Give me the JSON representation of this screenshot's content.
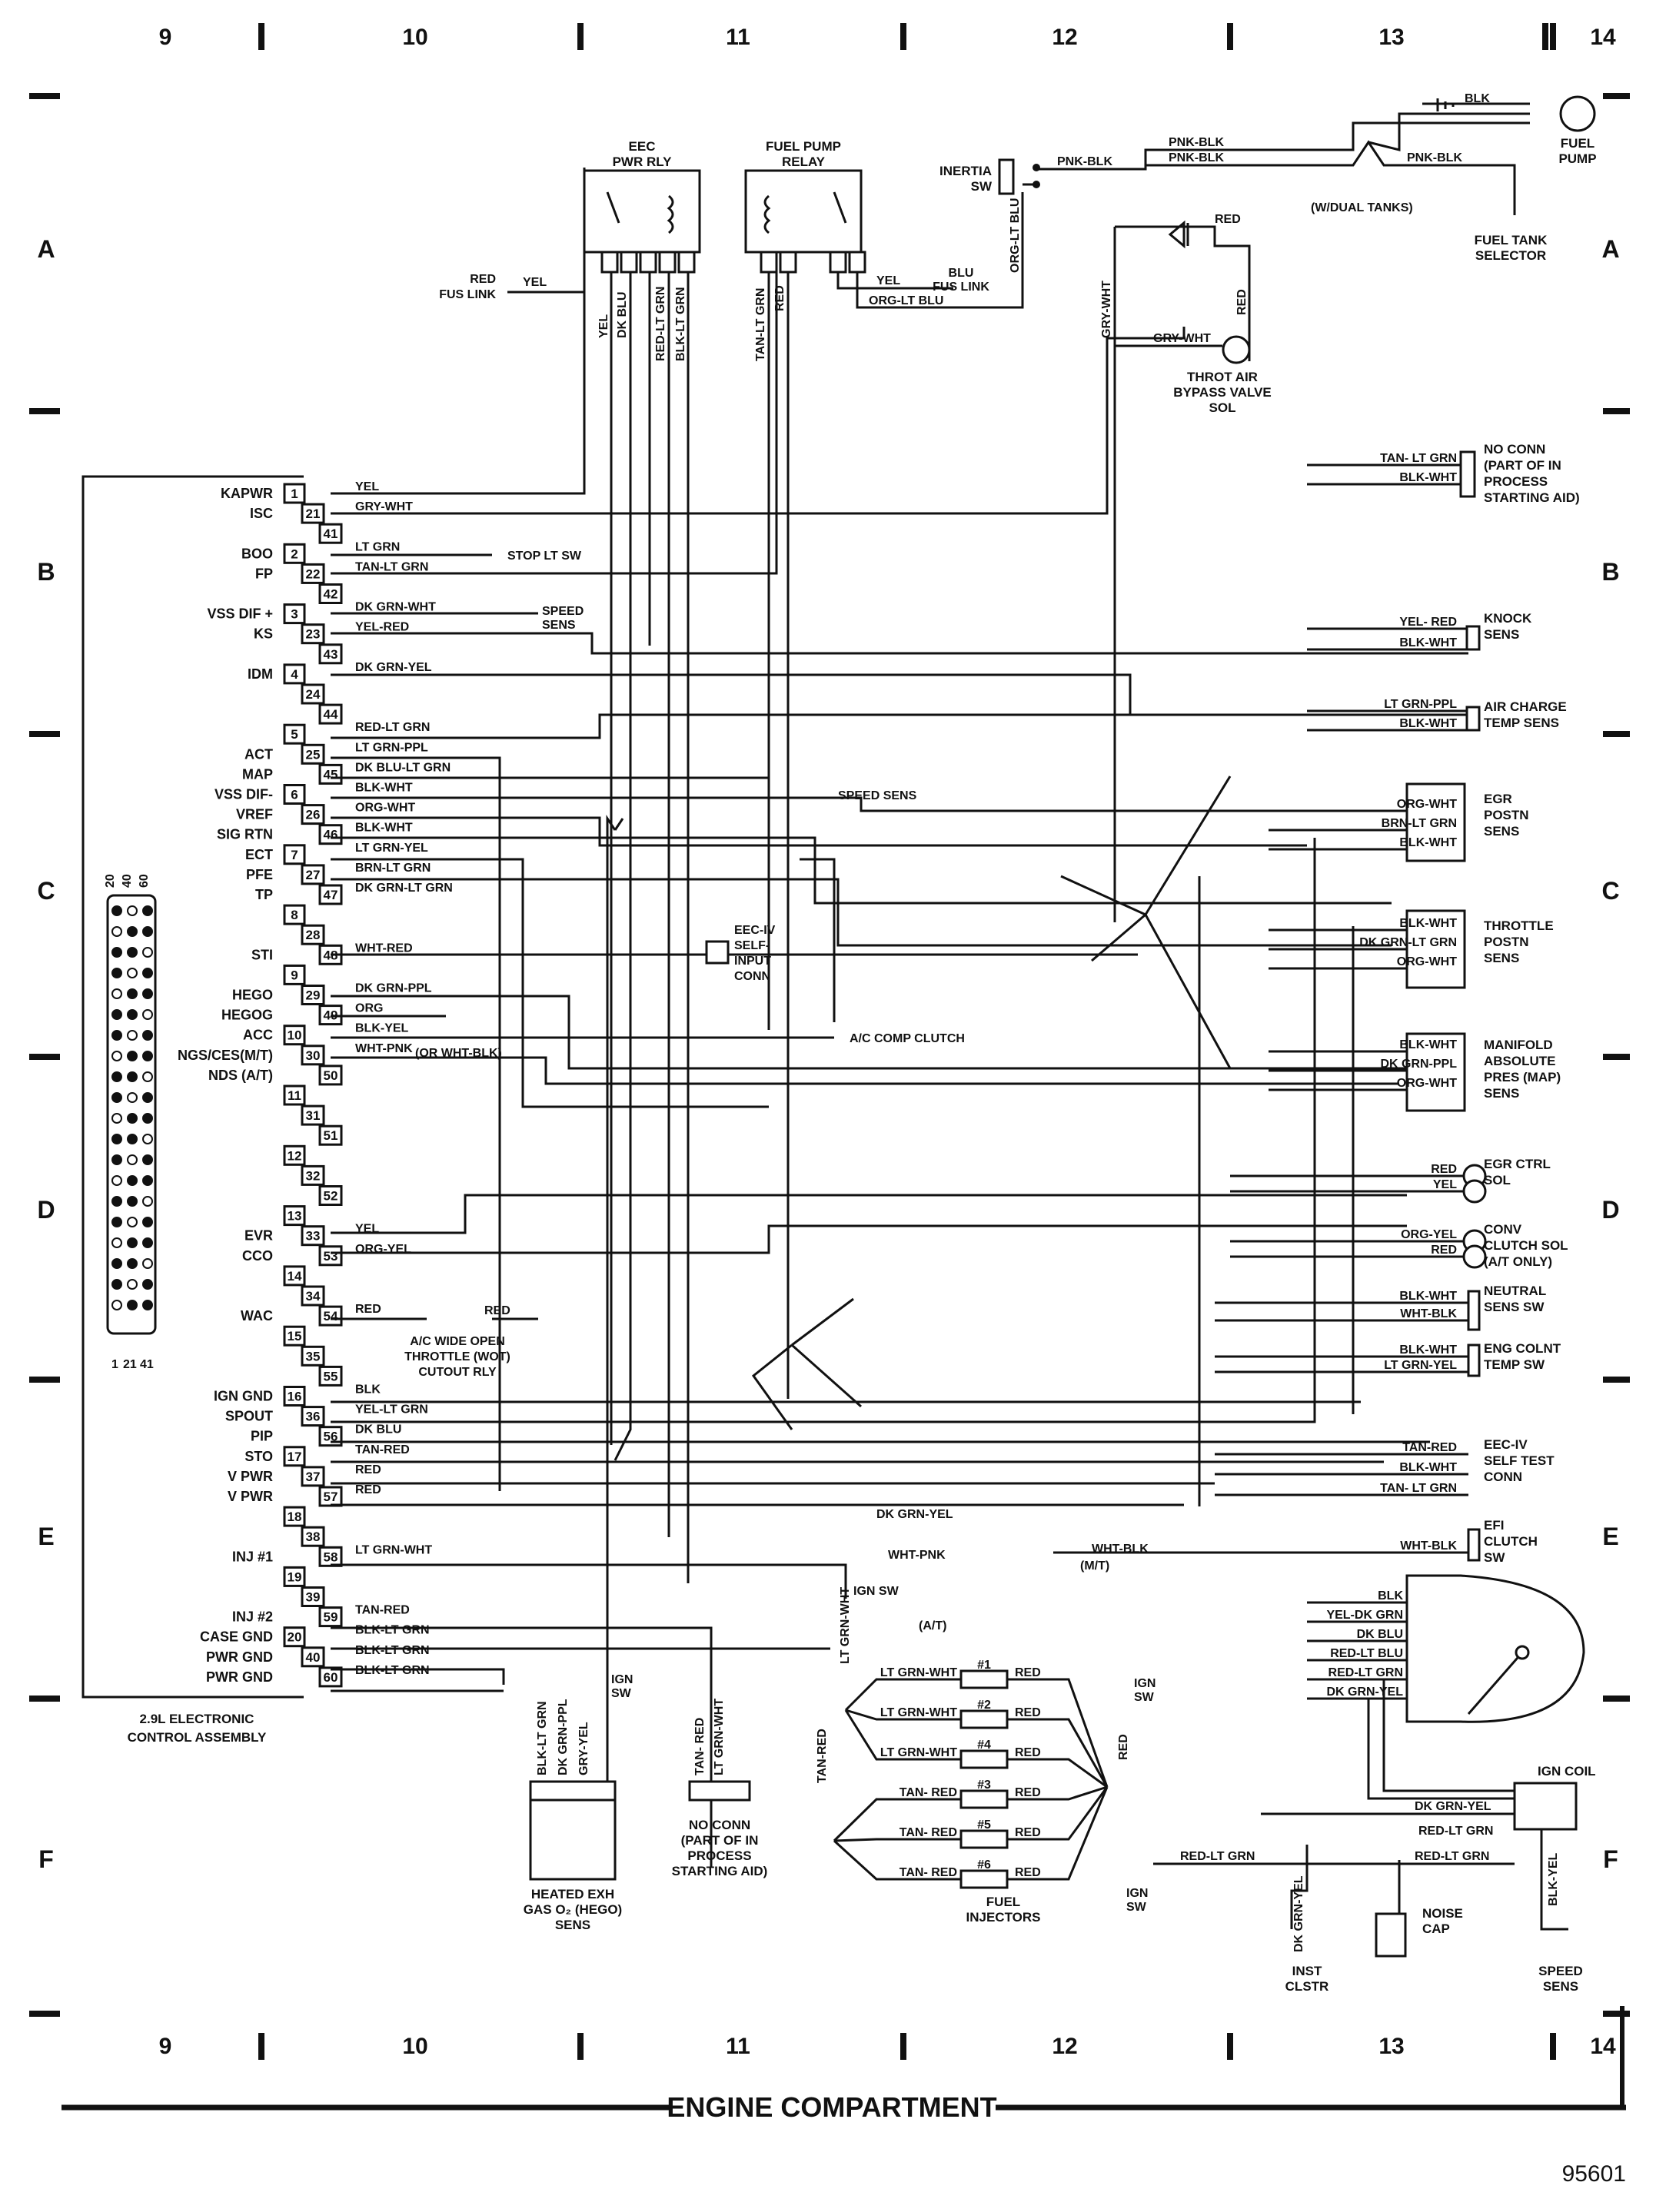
{
  "grid_columns": [
    "9",
    "10",
    "11",
    "12",
    "13",
    "14"
  ],
  "grid_rows": [
    "A",
    "B",
    "C",
    "D",
    "E",
    "F"
  ],
  "footer_title": "ENGINE COMPARTMENT",
  "figure_number": "95601",
  "ecu": {
    "title_line1": "2.9L ELECTRONIC",
    "title_line2": "CONTROL ASSEMBLY",
    "connector_top_labels": [
      "20",
      "40",
      "60"
    ],
    "connector_bottom_labels": [
      "1",
      "21",
      "41"
    ],
    "pins": [
      "1",
      "21",
      "41",
      "2",
      "22",
      "42",
      "3",
      "23",
      "43",
      "4",
      "24",
      "44",
      "5",
      "25",
      "45",
      "6",
      "26",
      "46",
      "7",
      "27",
      "47",
      "8",
      "28",
      "48",
      "9",
      "29",
      "49",
      "10",
      "30",
      "50",
      "11",
      "31",
      "51",
      "12",
      "32",
      "52",
      "13",
      "33",
      "53",
      "14",
      "34",
      "54",
      "15",
      "35",
      "55",
      "16",
      "36",
      "56",
      "17",
      "37",
      "57",
      "18",
      "38",
      "58",
      "19",
      "39",
      "59",
      "20",
      "40",
      "60"
    ],
    "signals": [
      {
        "label": "KAPWR",
        "pin": "1"
      },
      {
        "label": "ISC",
        "pin": "21"
      },
      {
        "label": "BOO",
        "pin": "2"
      },
      {
        "label": "FP",
        "pin": "22"
      },
      {
        "label": "VSS DIF +",
        "pin": "3"
      },
      {
        "label": "KS",
        "pin": "23"
      },
      {
        "label": "IDM",
        "pin": "4"
      },
      {
        "label": "ACT",
        "pin": "25"
      },
      {
        "label": "MAP",
        "pin": "45"
      },
      {
        "label": "VSS DIF-",
        "pin": "6"
      },
      {
        "label": "VREF",
        "pin": "26"
      },
      {
        "label": "SIG RTN",
        "pin": "46"
      },
      {
        "label": "ECT",
        "pin": "7"
      },
      {
        "label": "PFE",
        "pin": "27"
      },
      {
        "label": "TP",
        "pin": "47"
      },
      {
        "label": "STI",
        "pin": "48"
      },
      {
        "label": "HEGO",
        "pin": "29"
      },
      {
        "label": "HEGOG",
        "pin": "49"
      },
      {
        "label": "ACC",
        "pin": "10"
      },
      {
        "label": "NGS/CES(M/T)",
        "pin": "30"
      },
      {
        "label": "NDS (A/T)",
        "pin": "50"
      },
      {
        "label": "EVR",
        "pin": "33"
      },
      {
        "label": "CCO",
        "pin": "53"
      },
      {
        "label": "WAC",
        "pin": "54"
      },
      {
        "label": "IGN GND",
        "pin": "16"
      },
      {
        "label": "SPOUT",
        "pin": "36"
      },
      {
        "label": "PIP",
        "pin": "56"
      },
      {
        "label": "STO",
        "pin": "17"
      },
      {
        "label": "V PWR",
        "pin": "37"
      },
      {
        "label": "V PWR",
        "pin": "57"
      },
      {
        "label": "INJ #1",
        "pin": "58"
      },
      {
        "label": "INJ #2",
        "pin": "59"
      },
      {
        "label": "CASE GND",
        "pin": "20"
      },
      {
        "label": "PWR GND",
        "pin": "40"
      },
      {
        "label": "PWR GND",
        "pin": "60"
      }
    ]
  },
  "wire_labels": [
    {
      "pin": "1",
      "text": "YEL"
    },
    {
      "pin": "21",
      "text": "GRY-WHT"
    },
    {
      "pin": "2",
      "text": "LT GRN"
    },
    {
      "pin": "22",
      "text": "TAN-LT GRN"
    },
    {
      "pin": "3",
      "text": "DK GRN-WHT"
    },
    {
      "pin": "23",
      "text": "YEL-RED"
    },
    {
      "pin": "4",
      "text": "DK GRN-YEL"
    },
    {
      "pin": "5",
      "text": "RED-LT GRN"
    },
    {
      "pin": "25",
      "text": "LT GRN-PPL"
    },
    {
      "pin": "45",
      "text": "DK BLU-LT GRN"
    },
    {
      "pin": "6",
      "text": "BLK-WHT"
    },
    {
      "pin": "26",
      "text": "ORG-WHT"
    },
    {
      "pin": "46",
      "text": "BLK-WHT"
    },
    {
      "pin": "7",
      "text": "LT GRN-YEL"
    },
    {
      "pin": "27",
      "text": "BRN-LT GRN"
    },
    {
      "pin": "47",
      "text": "DK GRN-LT GRN"
    },
    {
      "pin": "48",
      "text": "WHT-RED"
    },
    {
      "pin": "29",
      "text": "DK GRN-PPL"
    },
    {
      "pin": "49",
      "text": "ORG"
    },
    {
      "pin": "10",
      "text": "BLK-YEL"
    },
    {
      "pin": "30",
      "text": "WHT-PNK"
    },
    {
      "pin": "33",
      "text": "YEL"
    },
    {
      "pin": "53",
      "text": "ORG-YEL"
    },
    {
      "pin": "54",
      "text": "RED"
    },
    {
      "pin": "16",
      "text": "BLK"
    },
    {
      "pin": "36",
      "text": "YEL-LT GRN"
    },
    {
      "pin": "56",
      "text": "DK BLU"
    },
    {
      "pin": "17",
      "text": "TAN-RED"
    },
    {
      "pin": "37",
      "text": "RED"
    },
    {
      "pin": "57",
      "text": "RED"
    },
    {
      "pin": "58",
      "text": "LT GRN-WHT"
    },
    {
      "pin": "59",
      "text": "TAN-RED"
    },
    {
      "pin": "20",
      "text": "BLK-LT GRN"
    },
    {
      "pin": "40",
      "text": "BLK-LT GRN"
    },
    {
      "pin": "60",
      "text": "BLK-LT GRN"
    }
  ],
  "misc_labels": {
    "or_wht_blk": "(OR WHT-BLK)",
    "stop_lt_sw": "STOP LT SW",
    "speed_sens_1": "SPEED",
    "speed_sens_1b": "SENS",
    "speed_sens_2": "SPEED SENS",
    "ac_comp_clutch": "A/C COMP CLUTCH",
    "wot_1": "A/C WIDE OPEN",
    "wot_2": "THROTTLE (WOT)",
    "wot_3": "CUTOUT RLY",
    "red": "RED",
    "self_input_1": "EEC-IV",
    "self_input_2": "SELF-",
    "self_input_3": "INPUT",
    "self_input_4": "CONN",
    "ign_sw": "IGN",
    "ign_sw_b": "SW",
    "ign_sw_full": "IGN SW",
    "a_t": "(A/T)",
    "m_t": "(M/T)",
    "dk_grn_yel": "DK GRN-YEL",
    "wht_pnk": "WHT-PNK",
    "wht_blk": "WHT-BLK"
  },
  "top_components": {
    "eec_relay": [
      "EEC",
      "PWR RLY"
    ],
    "fuel_pump_relay": [
      "FUEL PUMP",
      "RELAY"
    ],
    "inertia_sw": [
      "INERTIA",
      "SW"
    ],
    "fuel_pump": [
      "FUEL",
      "PUMP"
    ],
    "dual_tanks": "(W/DUAL TANKS)",
    "fuel_tank_selector": [
      "FUEL TANK",
      "SELECTOR"
    ],
    "throt_air": [
      "THROT AIR",
      "BYPASS VALVE",
      "SOL"
    ],
    "fus_link_red": [
      "RED",
      "FUS LINK"
    ],
    "fus_link_blu": [
      "BLU",
      "FUS LINK"
    ]
  },
  "top_wires": [
    "YEL",
    "DK BLU",
    "RED-LT GRN",
    "BLK-LT GRN",
    "TAN-LT GRN",
    "RED",
    "YEL",
    "ORG-LT BLU",
    "ORG-LT BLU",
    "PNK-BLK",
    "PNK-BLK",
    "PNK-BLK",
    "PNK-BLK",
    "BLK",
    "RED",
    "RED",
    "GRY-WHT",
    "GRY-WHT"
  ],
  "right_components": [
    {
      "name": [
        "NO CONN",
        "(PART OF IN",
        "PROCESS",
        "STARTING AID)"
      ],
      "wires": [
        "TAN- LT GRN",
        "BLK-WHT"
      ]
    },
    {
      "name": [
        "KNOCK",
        "SENS"
      ],
      "wires": [
        "YEL- RED",
        "BLK-WHT"
      ]
    },
    {
      "name": [
        "AIR CHARGE",
        "TEMP SENS"
      ],
      "wires": [
        "LT GRN-PPL",
        "BLK-WHT"
      ]
    },
    {
      "name": [
        "EGR",
        "POSTN",
        "SENS"
      ],
      "wires": [
        "ORG-WHT",
        "BRN-LT GRN",
        "BLK-WHT"
      ]
    },
    {
      "name": [
        "THROTTLE",
        "POSTN",
        "SENS"
      ],
      "wires": [
        "BLK-WHT",
        "DK GRN-LT GRN",
        "ORG-WHT"
      ]
    },
    {
      "name": [
        "MANIFOLD",
        "ABSOLUTE",
        "PRES (MAP)",
        "SENS"
      ],
      "wires": [
        "BLK-WHT",
        "DK GRN-PPL",
        "ORG-WHT"
      ]
    },
    {
      "name": [
        "EGR CTRL",
        "SOL"
      ],
      "wires": [
        "RED",
        "YEL"
      ]
    },
    {
      "name": [
        "CONV",
        "CLUTCH SOL",
        "(A/T ONLY)"
      ],
      "wires": [
        "ORG-YEL",
        "RED"
      ]
    },
    {
      "name": [
        "NEUTRAL",
        "SENS SW"
      ],
      "wires": [
        "BLK-WHT",
        "WHT-BLK"
      ]
    },
    {
      "name": [
        "ENG COLNT",
        "TEMP  SW"
      ],
      "wires": [
        "BLK-WHT",
        "LT GRN-YEL"
      ]
    },
    {
      "name": [
        "EEC-IV",
        "SELF TEST",
        "CONN"
      ],
      "wires": [
        "TAN-RED",
        "BLK-WHT",
        "TAN- LT GRN"
      ]
    },
    {
      "name": [
        "EFI",
        "CLUTCH",
        "SW"
      ],
      "wires": [
        "WHT-BLK"
      ]
    }
  ],
  "tfi_wires": [
    "BLK",
    "YEL-DK GRN",
    "DK BLU",
    "RED-LT BLU",
    "RED-LT GRN",
    "DK GRN-YEL"
  ],
  "ign_coil": {
    "name": "IGN COIL",
    "wires": [
      "DK GRN-YEL",
      "RED-LT GRN",
      "RED-LT GRN",
      "RED-LT GRN"
    ]
  },
  "noise_cap": [
    "NOISE",
    "CAP"
  ],
  "inst_clstr": {
    "wire": "DK GRN-YEL",
    "name": [
      "INST",
      "CLSTR"
    ]
  },
  "speed_sens_bottom": {
    "wire": "BLK-YEL",
    "name": [
      "SPEED",
      "SENS"
    ]
  },
  "injectors": {
    "title": [
      "FUEL",
      "INJECTORS"
    ],
    "items": [
      {
        "num": "#1",
        "left": "LT GRN-WHT",
        "right": "RED"
      },
      {
        "num": "#2",
        "left": "LT GRN-WHT",
        "right": "RED"
      },
      {
        "num": "#4",
        "left": "LT GRN-WHT",
        "right": "RED"
      },
      {
        "num": "#3",
        "left": "TAN- RED",
        "right": "RED"
      },
      {
        "num": "#5",
        "left": "TAN- RED",
        "right": "RED"
      },
      {
        "num": "#6",
        "left": "TAN- RED",
        "right": "RED"
      }
    ],
    "feed_wires": [
      "LT GRN-WHT",
      "TAN-RED",
      "RED"
    ]
  },
  "hego": {
    "name": [
      "HEATED EXH",
      "GAS O₂ (HEGO)",
      "SENS"
    ],
    "wires": [
      "BLK-LT GRN",
      "DK GRN-PPL",
      "GRY-YEL"
    ]
  },
  "no_conn_bottom": {
    "name": [
      "NO CONN",
      "(PART OF IN",
      "PROCESS",
      "STARTING AID)"
    ],
    "wires": [
      "TAN- RED",
      "LT GRN-WHT"
    ]
  }
}
